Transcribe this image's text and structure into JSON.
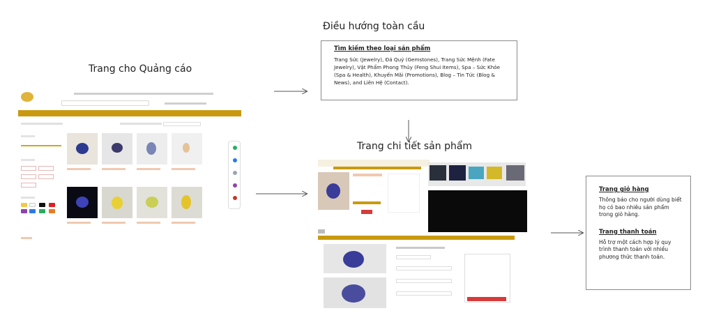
{
  "labels": {
    "ads_page": "Trang cho Quảng cáo",
    "global_nav": "Điều hướng toàn cầu",
    "product_detail": "Trang chi tiết sản phẩm"
  },
  "nav_box": {
    "heading": "Tìm kiếm theo loại sản phẩm",
    "body": "Trang Sức (Jewelry), Đá Quý (Gemstones), Trang Sức Mệnh (Fate Jewelry), Vật Phẩm Phong Thủy (Feng Shui Items), Spa – Sức Khỏe (Spa & Health), Khuyến Mãi (Promotions), Blog – Tin Tức (Blog & News), and Liên Hệ (Contact)."
  },
  "cart_box": {
    "cart_heading": "Trang giỏ hàng",
    "cart_body": "Thông báo cho người dùng biết họ có bao nhiêu sản phẩm trong giỏ hàng.",
    "checkout_heading": "Trang thanh toán",
    "checkout_body": "Hỗ trợ một cách hợp lý quy trình thanh toán với nhiều phương thức thanh toán."
  },
  "colors": {
    "brand_gold": "#c99a10",
    "arrow": "#555555"
  }
}
